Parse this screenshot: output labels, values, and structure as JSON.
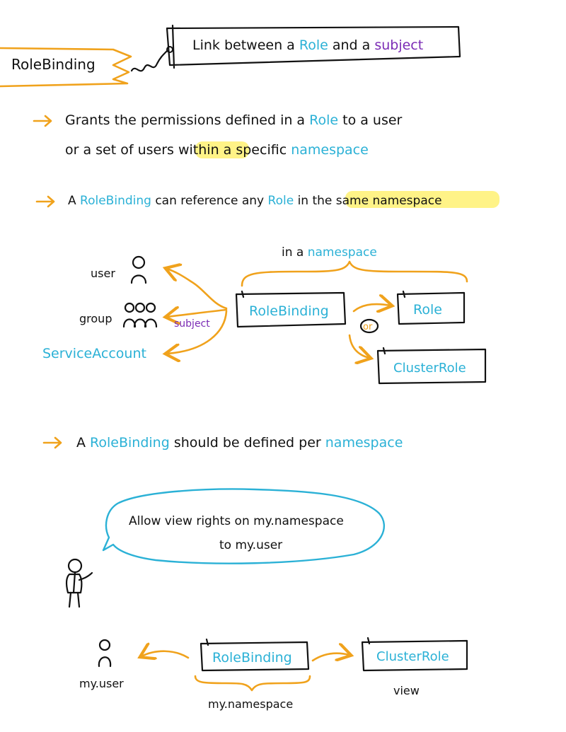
{
  "colors": {
    "ink": "#111111",
    "accent_blue": "#2bb1d6",
    "accent_purple": "#7b2bb5",
    "accent_orange": "#f0a21c",
    "highlight": "#fff27a"
  },
  "header": {
    "tag_label": "RoleBinding",
    "definition": {
      "part1": "Link between a ",
      "role": "Role",
      "part2": " and a ",
      "subject": "subject"
    }
  },
  "bullets": {
    "b1": {
      "l1_part1": "Grants the permissions defined in a ",
      "l1_role": "Role",
      "l1_part2": " to a user",
      "l2_part1": "or a set of users ",
      "l2_within": "within",
      "l2_part2": " a specific ",
      "l2_namespace": "namespace"
    },
    "b2": {
      "part1": "A ",
      "rolebinding": "RoleBinding",
      "part2": " can reference any ",
      "role": "Role",
      "part3": " ",
      "highlight": "in the same namespace"
    },
    "b3": {
      "part1": "A ",
      "rolebinding": "RoleBinding",
      "part2": " should be defined per ",
      "namespace": "namespace"
    }
  },
  "diagram1": {
    "scope_part1": "in a ",
    "scope_namespace": "namespace",
    "subjects": {
      "user": "user",
      "group": "group",
      "service_account": "ServiceAccount"
    },
    "subject_label": "subject",
    "rolebinding_box": "RoleBinding",
    "role_box": "Role",
    "or_label": "or",
    "clusterrole_box": "ClusterRole"
  },
  "diagram2": {
    "speech_l1": "Allow view rights on my.namespace",
    "speech_l2": "to my.user",
    "user_label": "my.user",
    "rolebinding_box": "RoleBinding",
    "clusterrole_box": "ClusterRole",
    "namespace_label": "my.namespace",
    "view_label": "view"
  }
}
